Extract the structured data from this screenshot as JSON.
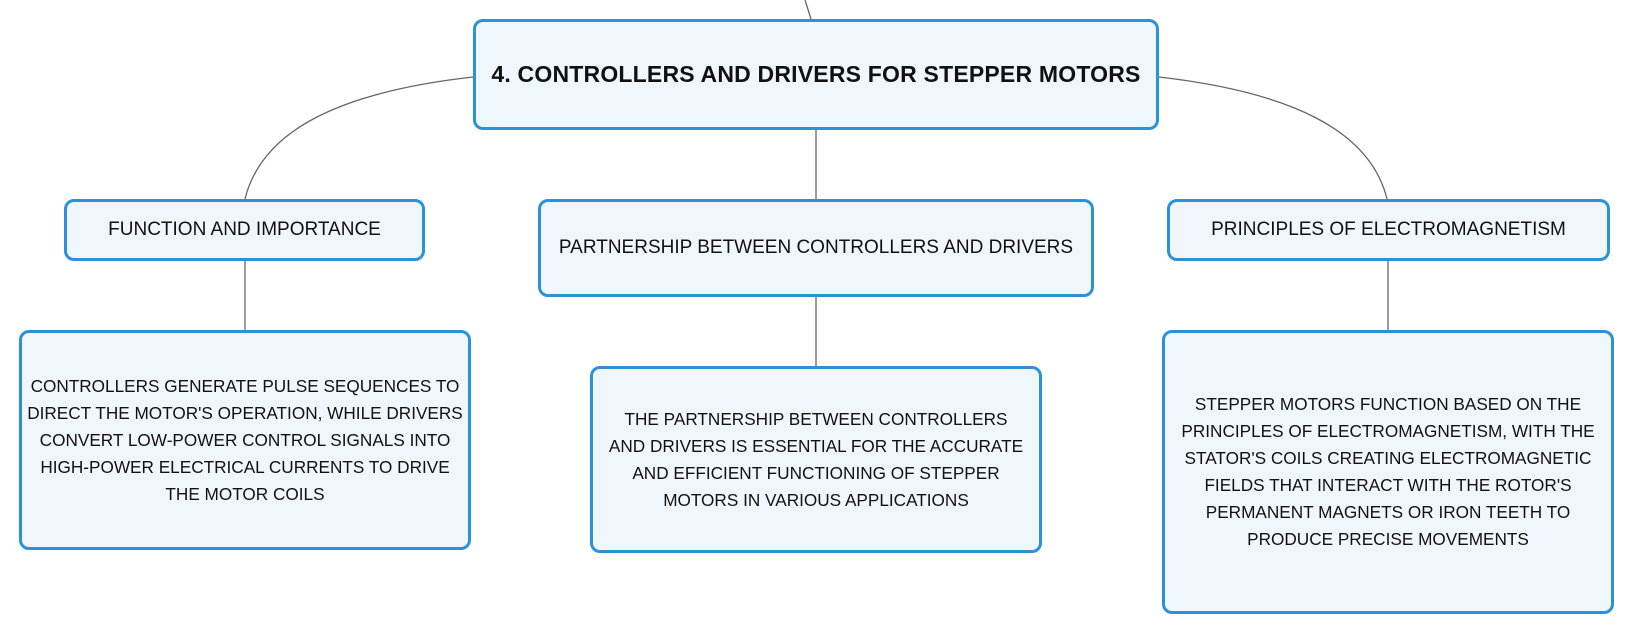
{
  "colors": {
    "border": "#2b92d9",
    "fill": "#eff7fd",
    "line": "#666666",
    "text": "#111111"
  },
  "root": {
    "label": "4. CONTROLLERS AND DRIVERS FOR STEPPER MOTORS"
  },
  "branches": [
    {
      "label": "FUNCTION AND IMPORTANCE",
      "detail": "CONTROLLERS GENERATE PULSE SEQUENCES TO DIRECT THE MOTOR'S OPERATION, WHILE DRIVERS CONVERT LOW-POWER CONTROL SIGNALS INTO HIGH-POWER ELECTRICAL CURRENTS TO DRIVE THE MOTOR COILS"
    },
    {
      "label": "PARTNERSHIP BETWEEN CONTROLLERS AND DRIVERS",
      "detail": "THE PARTNERSHIP BETWEEN CONTROLLERS AND DRIVERS IS ESSENTIAL FOR THE ACCURATE AND EFFICIENT FUNCTIONING OF STEPPER MOTORS IN VARIOUS APPLICATIONS"
    },
    {
      "label": "PRINCIPLES OF ELECTROMAGNETISM",
      "detail": "STEPPER MOTORS FUNCTION BASED ON THE PRINCIPLES OF ELECTROMAGNETISM, WITH THE STATOR'S COILS CREATING ELECTROMAGNETIC FIELDS THAT INTERACT WITH THE ROTOR'S PERMANENT MAGNETS OR IRON TEETH TO PRODUCE PRECISE MOVEMENTS"
    }
  ]
}
